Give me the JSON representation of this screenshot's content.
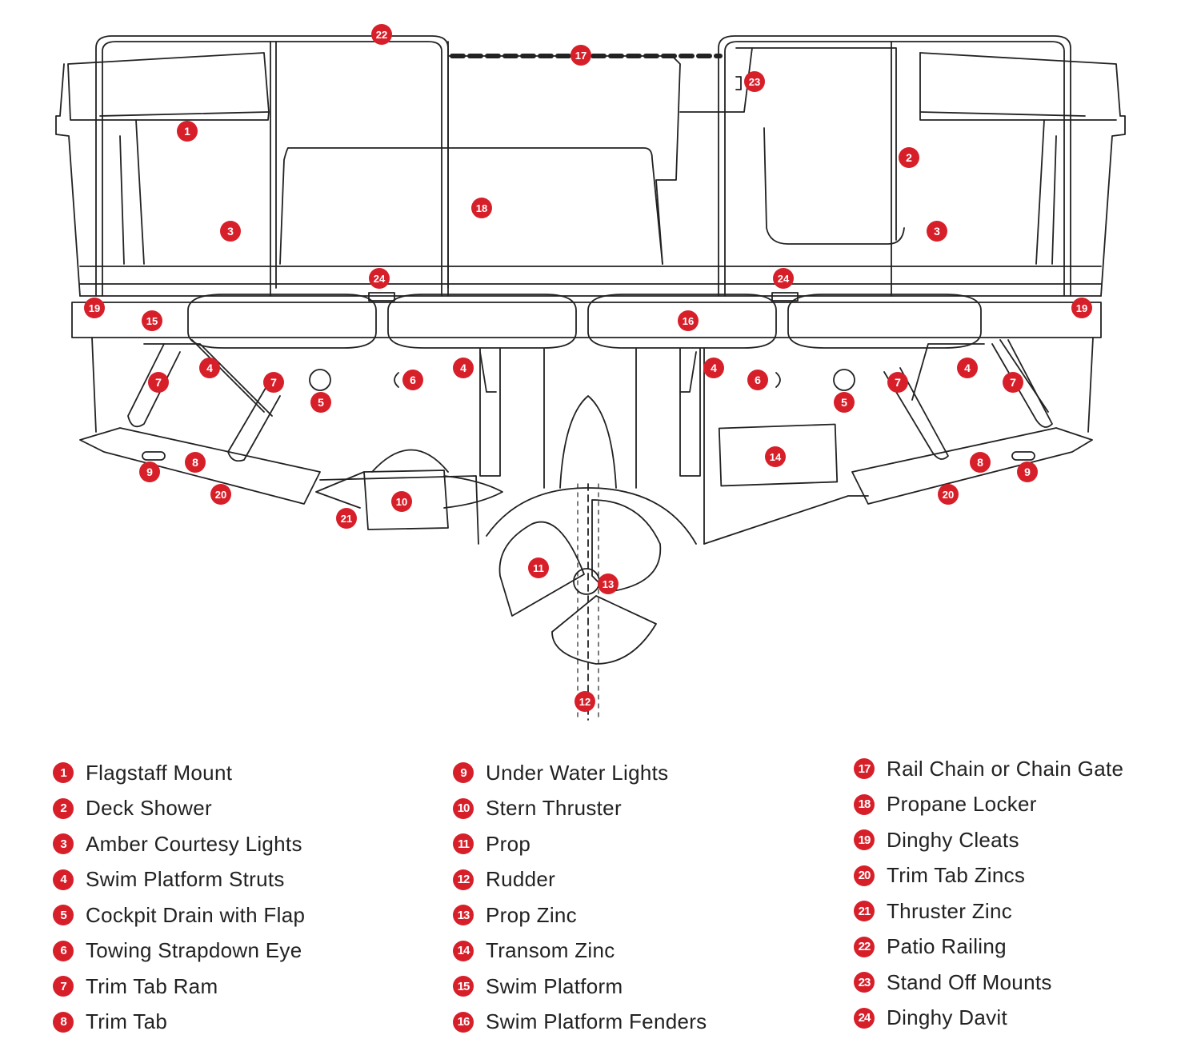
{
  "colors": {
    "marker": "#d71f2a",
    "line": "#222222",
    "text": "#222222"
  },
  "legend": {
    "column_a": [
      {
        "number": "1",
        "label": "Flagstaff Mount"
      },
      {
        "number": "2",
        "label": "Deck Shower"
      },
      {
        "number": "3",
        "label": "Amber Courtesy Lights"
      },
      {
        "number": "4",
        "label": "Swim Platform Struts"
      },
      {
        "number": "5",
        "label": "Cockpit Drain with Flap"
      },
      {
        "number": "6",
        "label": "Towing Strapdown Eye"
      },
      {
        "number": "7",
        "label": "Trim Tab Ram"
      },
      {
        "number": "8",
        "label": "Trim Tab"
      }
    ],
    "column_b": [
      {
        "number": "9",
        "label": "Under Water Lights"
      },
      {
        "number": "10",
        "label": "Stern Thruster"
      },
      {
        "number": "11",
        "label": "Prop"
      },
      {
        "number": "12",
        "label": "Rudder"
      },
      {
        "number": "13",
        "label": "Prop Zinc"
      },
      {
        "number": "14",
        "label": "Transom Zinc"
      },
      {
        "number": "15",
        "label": "Swim Platform"
      },
      {
        "number": "16",
        "label": "Swim Platform Fenders"
      }
    ],
    "column_c": [
      {
        "number": "17",
        "label": "Rail Chain or Chain Gate"
      },
      {
        "number": "18",
        "label": "Propane Locker"
      },
      {
        "number": "19",
        "label": "Dinghy Cleats"
      },
      {
        "number": "20",
        "label": "Trim Tab Zincs"
      },
      {
        "number": "21",
        "label": "Thruster Zinc"
      },
      {
        "number": "22",
        "label": "Patio Railing"
      },
      {
        "number": "23",
        "label": "Stand Off Mounts"
      },
      {
        "number": "24",
        "label": "Dinghy Davit"
      }
    ]
  },
  "callouts": [
    "1",
    "2",
    "3",
    "3",
    "4",
    "4",
    "4",
    "4",
    "5",
    "5",
    "6",
    "6",
    "7",
    "7",
    "7",
    "7",
    "8",
    "8",
    "9",
    "9",
    "10",
    "11",
    "12",
    "13",
    "14",
    "15",
    "16",
    "17",
    "18",
    "19",
    "19",
    "20",
    "20",
    "21",
    "22",
    "23",
    "24",
    "24"
  ]
}
